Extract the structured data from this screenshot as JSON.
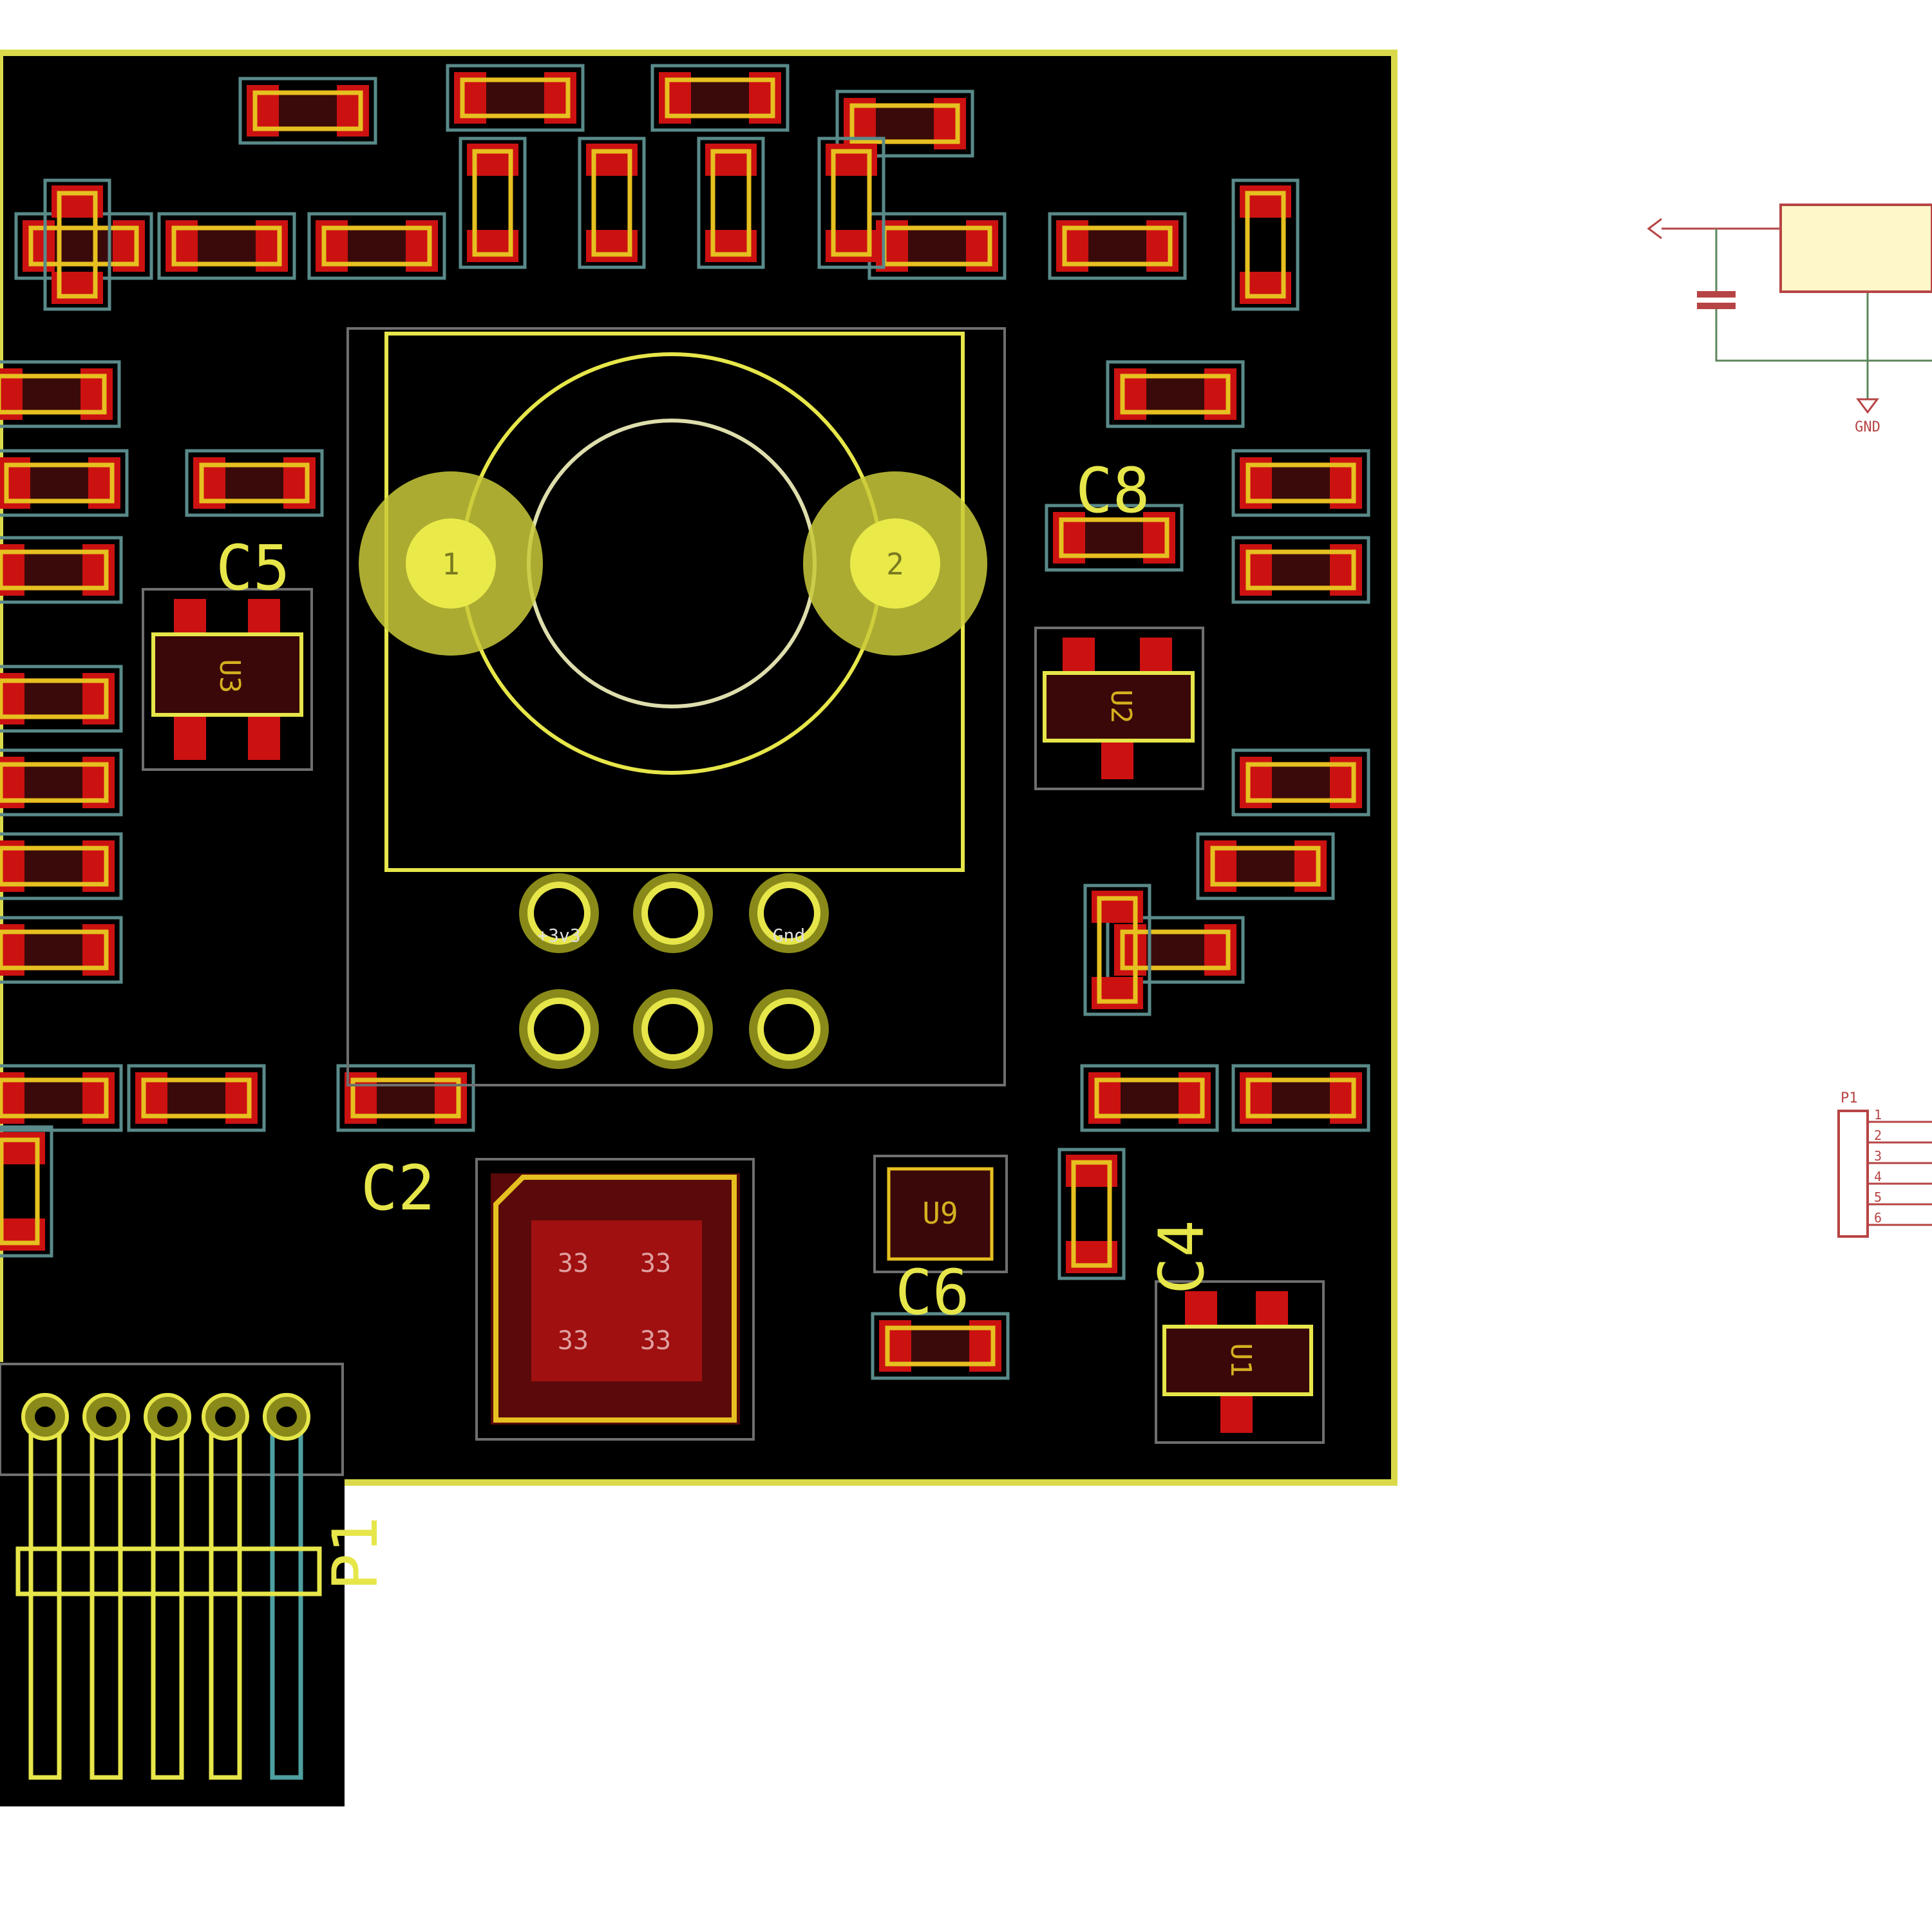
{
  "pcb": {
    "designators": {
      "c5": "C5",
      "c8": "C8",
      "c2": "C2",
      "c6": "C6",
      "c4": "C4",
      "p1": "P1"
    },
    "pad_numbers": {
      "pad_left": "1",
      "pad_right": "2"
    },
    "chip_labels": {
      "u3": "U3",
      "u2": "U2",
      "u1": "U1",
      "u9": "U9"
    },
    "qfn_pad_labels": [
      "33",
      "33",
      "33",
      "33"
    ],
    "header_pin_label": "+3v3",
    "header_pin_gnd": "Gnd"
  },
  "schematic": {
    "gnd_label": "GND",
    "connector_ref": "P1",
    "connector_pins": [
      "1",
      "2",
      "3",
      "4",
      "5",
      "6"
    ]
  },
  "colors": {
    "board": "#000000",
    "edge": "#d9d94a",
    "silk": "#e6e64a",
    "copper": "#cc1111",
    "pad_outline": "#e6c020",
    "courtyard": "#5a8a8a",
    "schematic_bg": "#ffffff"
  }
}
